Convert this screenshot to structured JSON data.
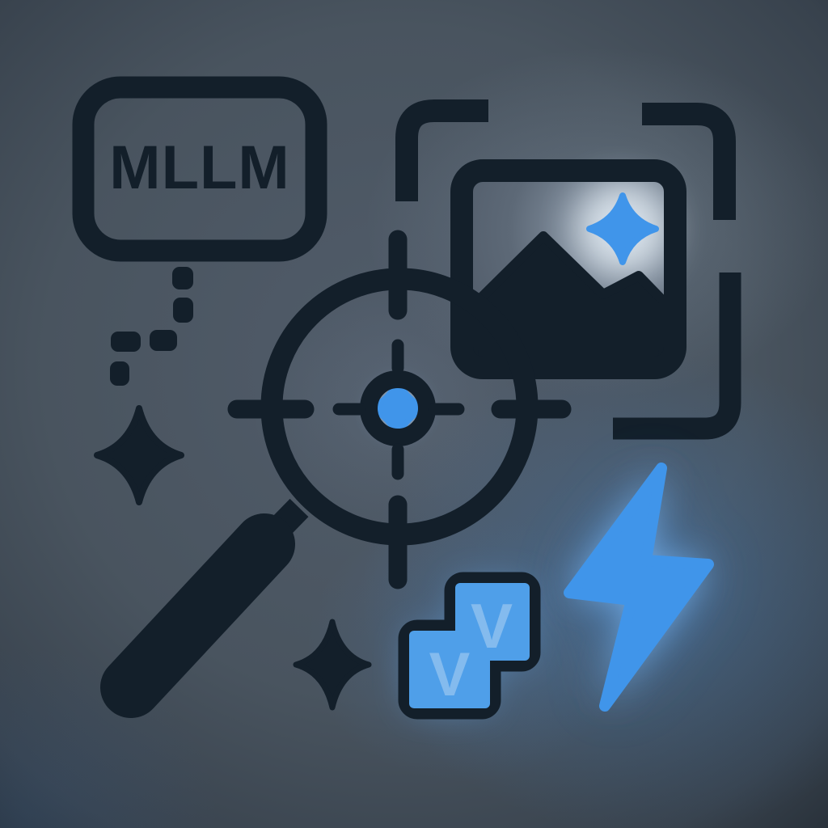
{
  "illustration": {
    "badge": {
      "label": "MLLM"
    },
    "blocks": {
      "letters": [
        "V",
        "V"
      ]
    },
    "colors": {
      "background_center": "#515c6a",
      "background_edge": "#06080b",
      "icon_dark": "#131f2a",
      "badge_fill": "#4d5765",
      "accent_blue": "#4095ea",
      "block_blue": "#4f9fe9",
      "block_letter_overlay": "#cfe2f6"
    },
    "icons": [
      "mllm-badge",
      "dotted-trail",
      "sparkle",
      "crosshair-magnifier",
      "photo-frame",
      "corner-brackets",
      "lightning-bolt",
      "v-blocks"
    ]
  }
}
